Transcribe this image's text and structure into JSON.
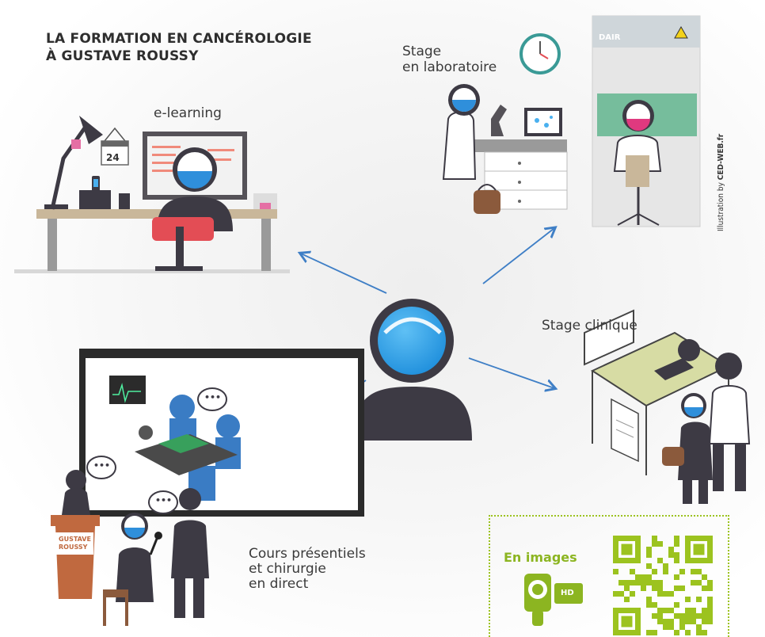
{
  "title": {
    "line1": "LA FORMATION EN CANCÉROLOGIE",
    "line2": "À GUSTAVE ROUSSY"
  },
  "nodes": {
    "elearning": "e-learning",
    "lab_line1": "Stage",
    "lab_line2": "en laboratoire",
    "clinic": "Stage clinique",
    "courses_line1": "Cours présentiels",
    "courses_line2": "et chirurgie",
    "courses_line3": "en direct"
  },
  "calendar_day": "24",
  "hood_label": "DAIR",
  "podium_line1": "GUSTAVE",
  "podium_line2": "ROUSSY",
  "speech_bubble": "•••",
  "credit_prefix": "Illustration by",
  "credit_name": "CED-WEB.fr",
  "qr": {
    "heading": "En images",
    "camera_badge": "HD"
  },
  "colors": {
    "accent_blue": "#2f7fd0",
    "arrow_blue": "#3f7fc6",
    "figure_gray": "#3d3a44",
    "qr_green": "#9cc31f",
    "chair_red": "#e34d55"
  }
}
